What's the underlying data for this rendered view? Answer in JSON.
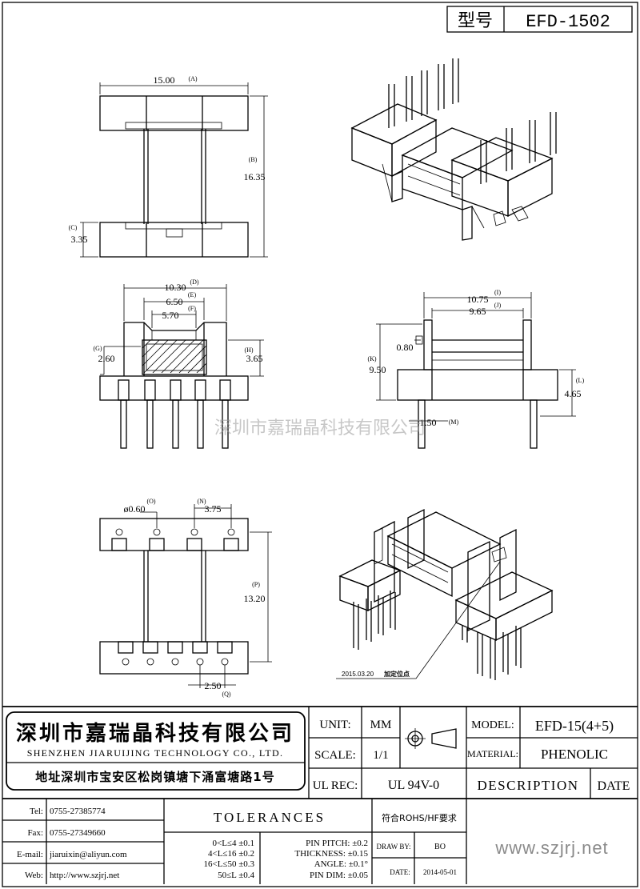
{
  "header": {
    "model_label": "型号",
    "model_value": "EFD-1502"
  },
  "dimensions": {
    "A": {
      "letter": "(A)",
      "value": "15.00"
    },
    "B": {
      "letter": "(B)",
      "value": "16.35"
    },
    "C": {
      "letter": "(C)",
      "value": "3.35"
    },
    "D": {
      "letter": "(D)",
      "value": "10.30"
    },
    "E": {
      "letter": "(E)",
      "value": "6.50"
    },
    "F": {
      "letter": "(F)",
      "value": "5.70"
    },
    "G": {
      "letter": "(G)",
      "value": "2.60"
    },
    "H": {
      "letter": "(H)",
      "value": "3.65"
    },
    "I": {
      "letter": "(I)",
      "value": "10.75"
    },
    "J": {
      "letter": "(J)",
      "value": "9.65"
    },
    "K": {
      "letter": "(K)",
      "value": "9.50"
    },
    "L": {
      "letter": "(L)",
      "value": "4.65"
    },
    "M": {
      "letter": "(M)",
      "value": "1.50"
    },
    "N": {
      "letter": "(N)",
      "value": "3.75"
    },
    "O": {
      "letter": "(O)",
      "value": "ø0.60"
    },
    "P": {
      "letter": "(P)",
      "value": "13.20"
    },
    "Q": {
      "letter": "(Q)",
      "value": "2.50"
    },
    "extra": {
      "value": "0.80"
    }
  },
  "annotation": {
    "date": "2015.03.20",
    "note": "加定位点"
  },
  "watermark": "深圳市嘉瑞晶科技有限公司",
  "company": {
    "name_cn": "深圳市嘉瑞晶科技有限公司",
    "name_en": "SHENZHEN JIARUIJING TECHNOLOGY CO., LTD.",
    "address": "地址深圳市宝安区松岗镇塘下涌富塘路1号"
  },
  "title_block": {
    "unit_label": "UNIT:",
    "unit_value": "MM",
    "scale_label": "SCALE:",
    "scale_value": "1/1",
    "ulrec_label": "UL REC:",
    "ulrec_value": "UL 94V-0",
    "model_label": "MODEL:",
    "model_value": "EFD-15(4+5)",
    "material_label": "MATERIAL:",
    "material_value": "PHENOLIC",
    "description_label": "DESCRIPTION",
    "date_label": "DATE",
    "tolerances_label": "TOLERANCES",
    "rohs": "符合ROHS/HF要求",
    "drawby_label": "DRAW BY:",
    "drawby_value": "BO",
    "date_field_label": "DATE:",
    "date_field_value": "2014-05-01",
    "website_big": "www.szjrj.net"
  },
  "contacts": [
    {
      "label": "Tel:",
      "value": "0755-27385774"
    },
    {
      "label": "Fax:",
      "value": "0755-27349660"
    },
    {
      "label": "E-mail:",
      "value": "jiaruixin@aliyun.com"
    },
    {
      "label": "Web:",
      "value": "http://www.szjrj.net"
    }
  ],
  "tolerance_ranges": [
    "0<L≤4 ±0.1",
    "4<L≤16 ±0.2",
    "16<L≤50 ±0.3",
    "50≤L ±0.4"
  ],
  "tolerance_specs": [
    "PIN PITCH: ±0.2",
    "THICKNESS: ±0.15",
    "ANGLE: ±0.1°",
    "PIN DIM: ±0.05"
  ]
}
